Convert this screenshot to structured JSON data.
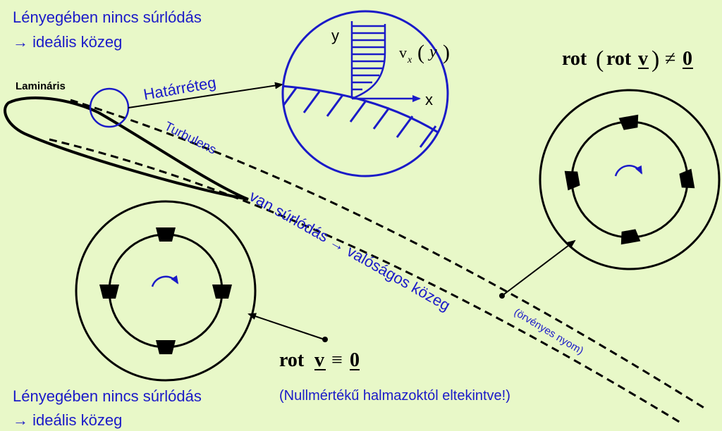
{
  "top_left_note": {
    "line1": "Lényegében nincs súrlódás",
    "line2": "→ ideális közeg"
  },
  "bottom_left_note": {
    "line1": "Lényegében nincs súrlódás",
    "line2": "→ ideális közeg"
  },
  "labels": {
    "laminar": "Lamináris",
    "boundary_layer": "Határréteg",
    "turbulent": "Turbulens",
    "friction": "van súrlódás → valóságos közeg",
    "wake": "(örvényes nyom)",
    "nullset": "(Nullmértékű halmazoktól eltekintve!)"
  },
  "zoom": {
    "axis_y": "y",
    "axis_x": "x",
    "profile_label": "v",
    "profile_subscript": "x",
    "profile_arg": "y"
  },
  "formulas": {
    "irrotational": {
      "op": "rot",
      "vec": "v",
      "rel": "≡",
      "zero": "0"
    },
    "rot_rot": {
      "op1": "rot",
      "op2": "rot",
      "vec": "v",
      "rel": "≠",
      "zero": "0"
    }
  },
  "colors": {
    "background": "#e8f8c8",
    "blue": "#1a1ac8",
    "black": "#000000"
  }
}
